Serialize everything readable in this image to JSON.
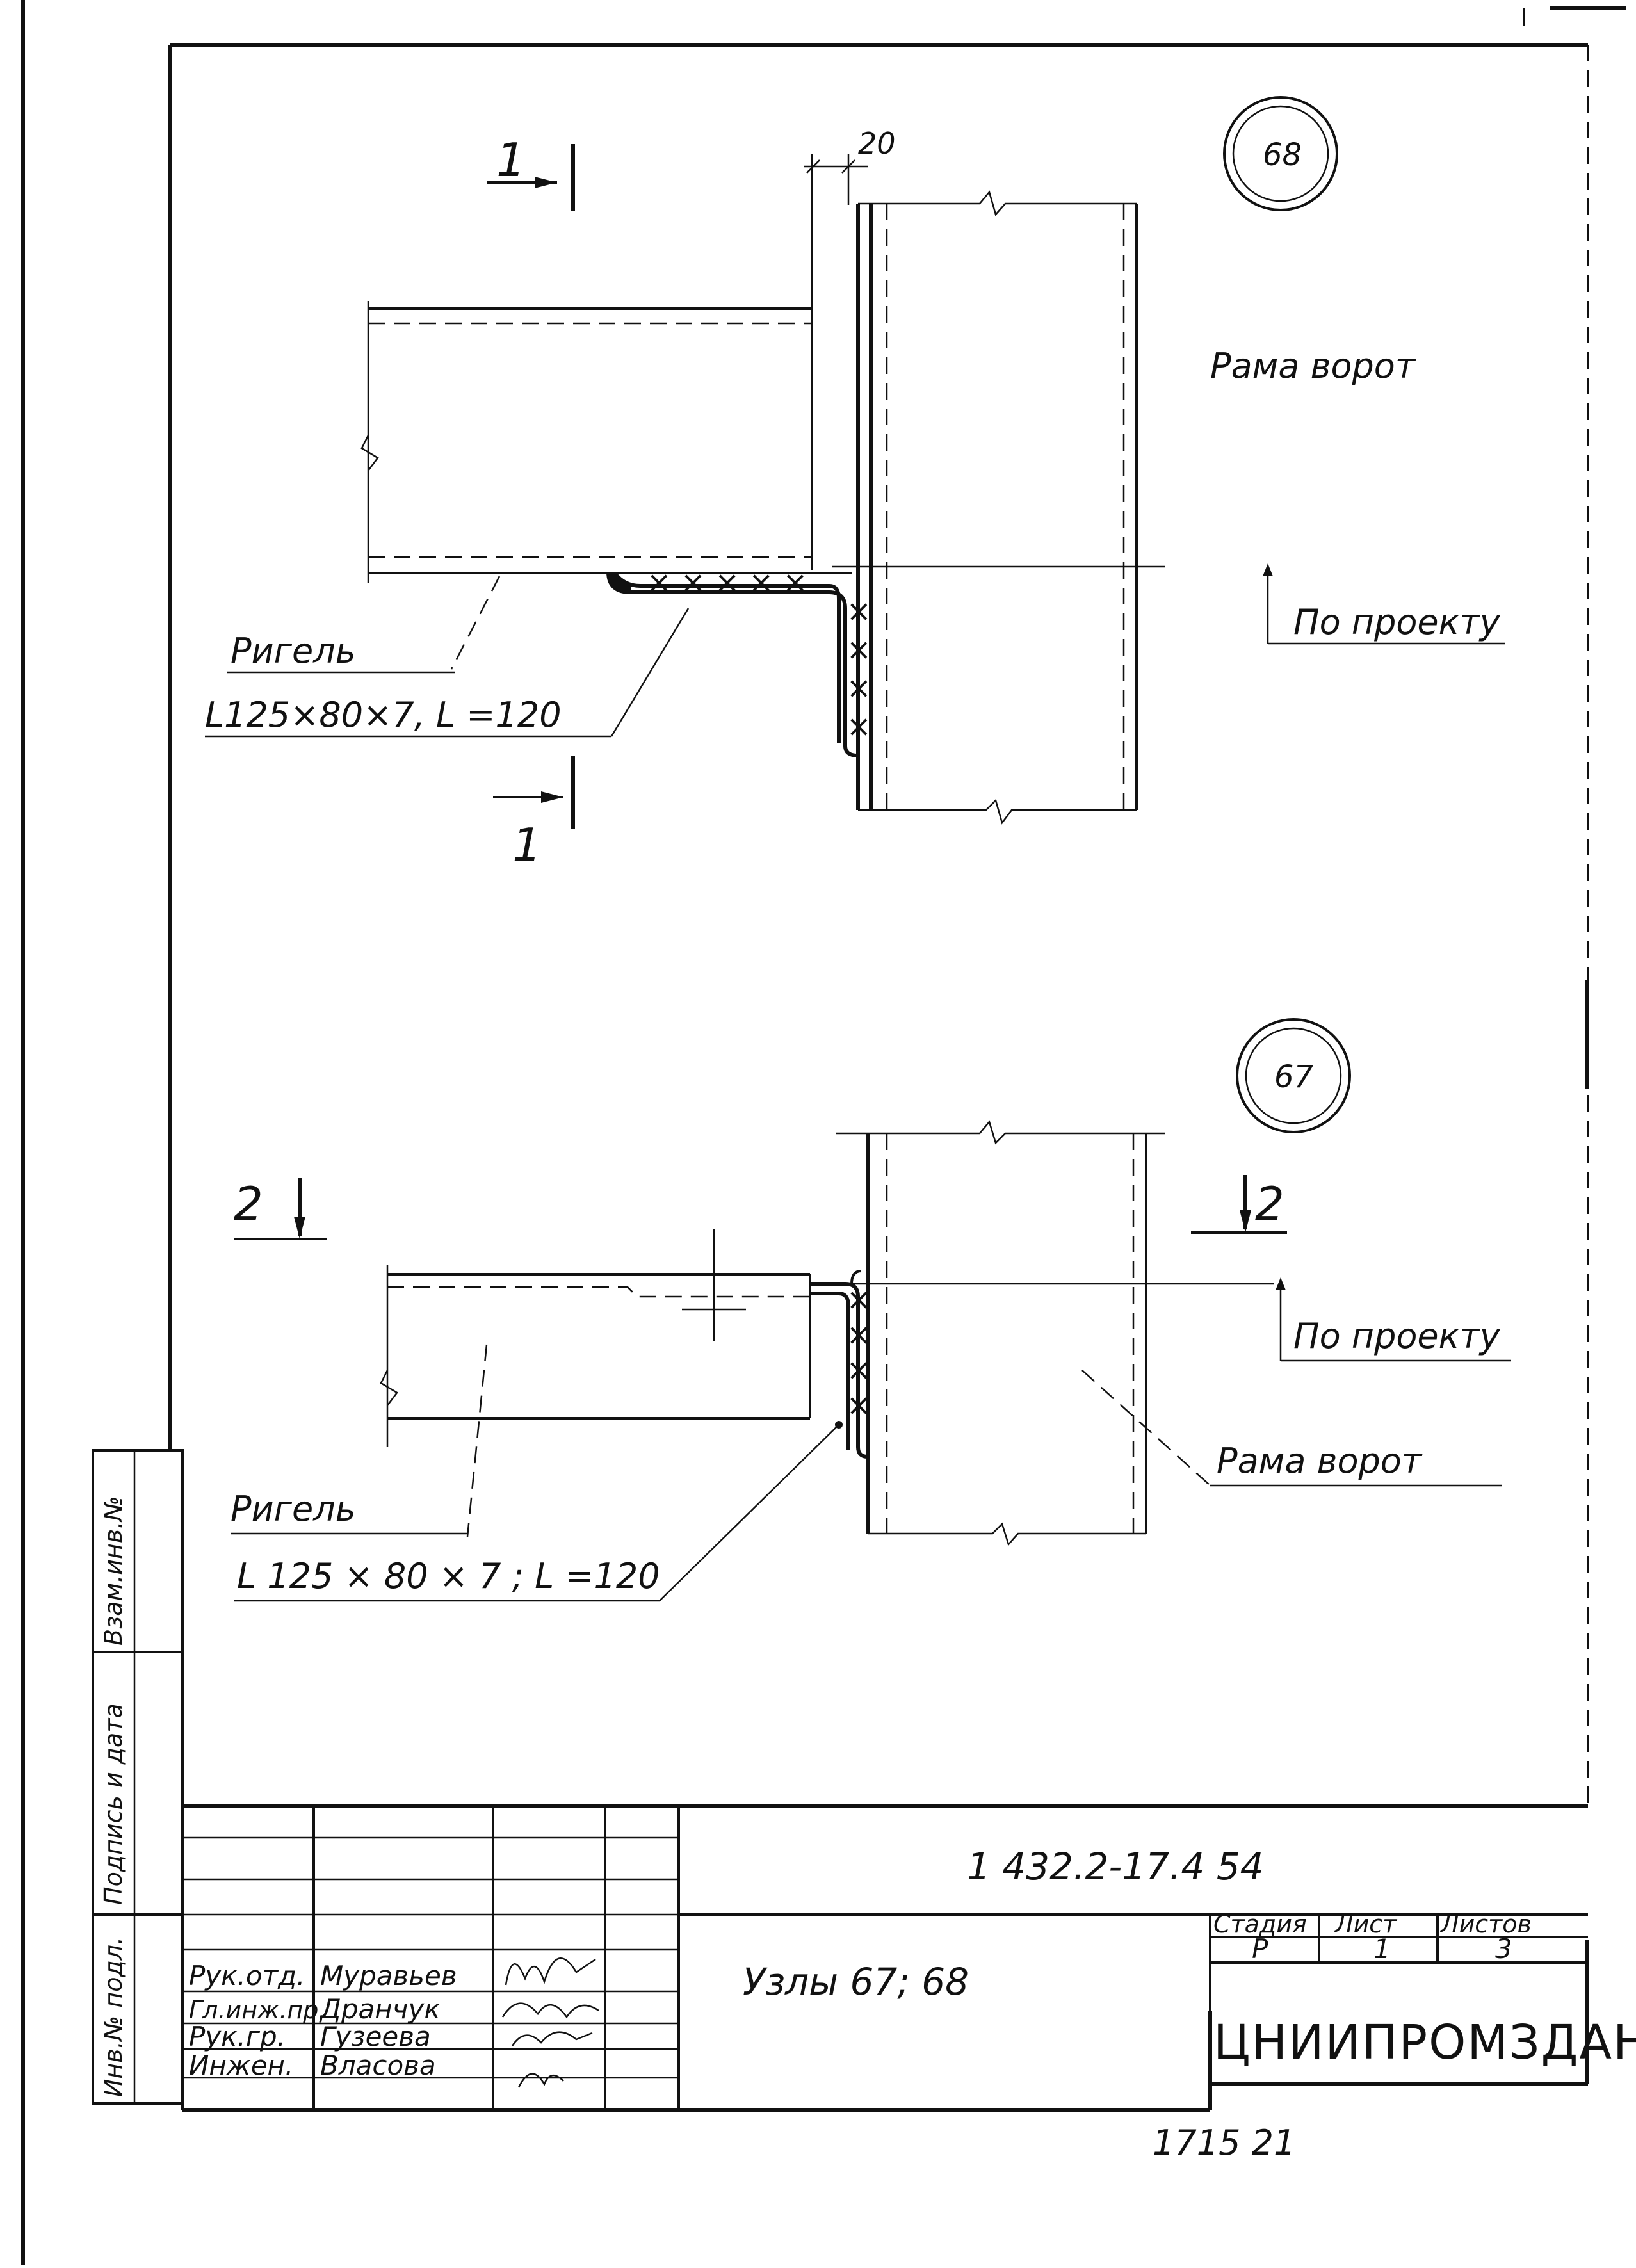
{
  "nodes": {
    "top": {
      "number": "68",
      "dimension": "20",
      "section_mark": "1",
      "beam_label": "Ригель",
      "angle_spec": "L125×80×7, L =120",
      "frame_label": "Рама  ворот",
      "project_label": "По проекту"
    },
    "bottom": {
      "number": "67",
      "section_mark": "2",
      "beam_label": "Ригель",
      "angle_spec": "L 125 × 80 × 7 ; L =120",
      "frame_label": "Рама  ворот",
      "project_label": "По проекту"
    }
  },
  "side_stamp": {
    "cells": [
      "Инв.№ подл.",
      "Подпись и дата",
      "Взам.инв.№"
    ]
  },
  "title_block": {
    "document_code": "1 432.2-17.4  54",
    "sheet_title": "Узлы  67; 68",
    "stage_header": "Стадия",
    "sheet_header": "Лист",
    "sheets_header": "Листов",
    "stage_value": "Р",
    "sheet_value": "1",
    "sheets_value": "3",
    "organization": "ЦНИИПРОМЗДАНИЙ",
    "signatories": [
      {
        "role": "Рук.отд.",
        "name": "Муравьев"
      },
      {
        "role": "Гл.инж.пр.",
        "name": "Дранчук"
      },
      {
        "role": "Рук.гр.",
        "name": "Гузеева"
      },
      {
        "role": "Инжен.",
        "name": "Власова"
      }
    ]
  },
  "footer_note": "1715   21"
}
